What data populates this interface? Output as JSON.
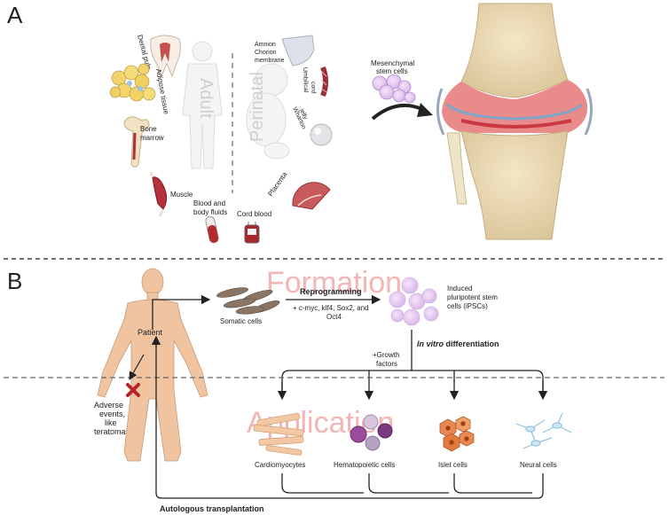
{
  "panel_a": {
    "letter": "A",
    "adult_label": "Adult",
    "perinatal_label": "Perinatal",
    "sources": {
      "dental_pulp": "Dental pulp",
      "adipose": "Adipose tissue",
      "bone_marrow_1": "Bone",
      "bone_marrow_2": "marrow",
      "muscle": "Muscle",
      "blood_1": "Blood and",
      "blood_2": "body fluids",
      "amnion_1": "Amnion",
      "amnion_2": "Chorion",
      "amnion_3": "membrane",
      "umbilical_1": "Umbilical",
      "umbilical_2": "cord",
      "wharton_1": "Wharton",
      "wharton_2": "jelly",
      "cord_blood": "Cord blood",
      "placenta": "Placenta"
    },
    "msc_1": "Mesenchymal",
    "msc_2": "stem cells"
  },
  "panel_b": {
    "letter": "B",
    "patient": "Patient",
    "somatic": "Somatic cells",
    "reprogramming": "Reprogramming",
    "factors_1": "+ c-myc, klf4, Sox2, and",
    "factors_2": "Oct4",
    "ipsc_1": "Induced",
    "ipsc_2": "pluripotent stem",
    "ipsc_3": "cells (iPSCs)",
    "invitro_italic": "In vitro",
    "invitro_rest": " differentiation",
    "growth_1": "+Growth",
    "growth_2": "factors",
    "formation": "Formation",
    "application": "Application",
    "adverse_1": "Adverse",
    "adverse_2": "events,",
    "adverse_3": "like",
    "adverse_4": "teratoma",
    "cardio": "Cardiomyocytes",
    "hemato": "Hematopoietic cells",
    "islet": "Islet cells",
    "neural": "Neural cells",
    "autologous": "Autologous transplantation"
  },
  "colors": {
    "dash": "#555555",
    "watermark": "#f3b5b5",
    "skin": "#f0c4a0",
    "muscle": "#b5323c",
    "msc": "#c9a3e0"
  }
}
